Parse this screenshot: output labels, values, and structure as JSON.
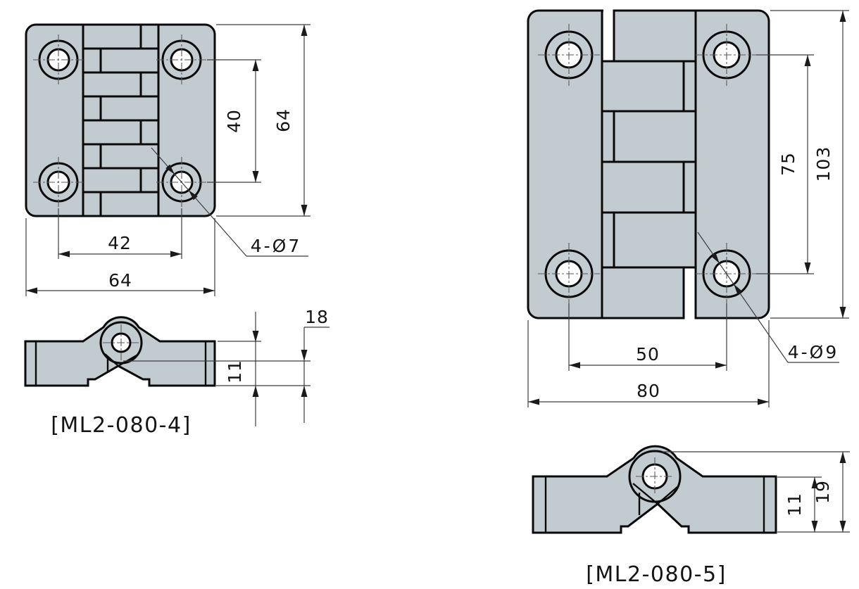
{
  "drawing_title": "hinge-dimension-drawing",
  "colors": {
    "body_fill": "#c2cbd0",
    "outline": "#0a0a0a",
    "dimension": "#3c3c3c"
  },
  "parts": [
    {
      "model": "[ML2-080-4]",
      "front": {
        "pitch_v": "40",
        "overall_h": "64",
        "pitch_h": "42",
        "overall_w": "64",
        "hole_callout": "4-Ø7"
      },
      "side": {
        "thickness": "11",
        "height": "18"
      }
    },
    {
      "model": "[ML2-080-5]",
      "front": {
        "pitch_v": "75",
        "overall_h": "103",
        "pitch_h": "50",
        "overall_w": "80",
        "hole_callout": "4-Ø9"
      },
      "side": {
        "thickness": "11",
        "height": "19"
      }
    }
  ]
}
